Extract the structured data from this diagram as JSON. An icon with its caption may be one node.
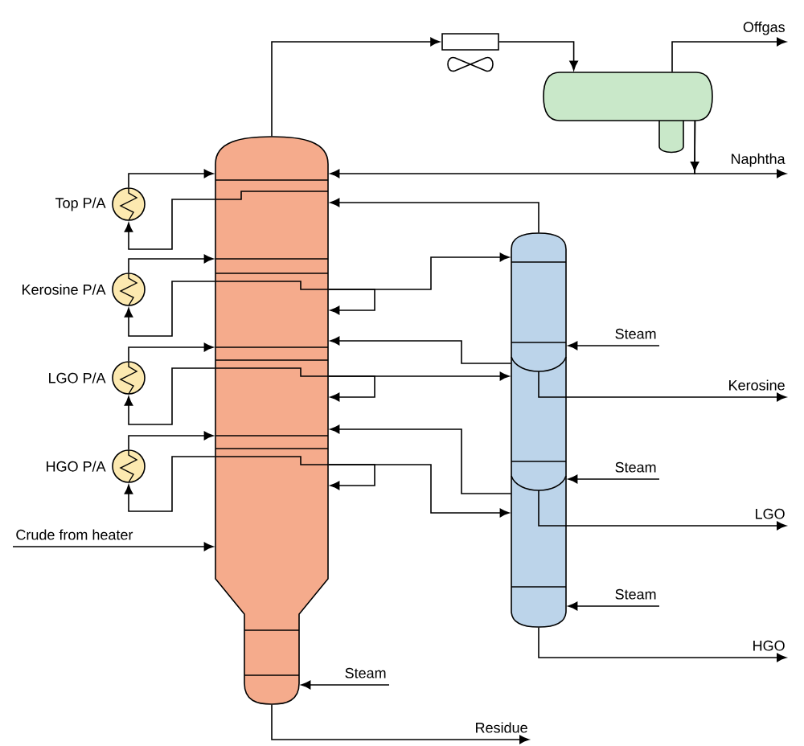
{
  "diagram": {
    "nodes": [
      {
        "text": [],
        "shape": "column"
      },
      {
        "text": [],
        "shape": "cooler"
      },
      {
        "text": [],
        "shape": "drum"
      },
      {
        "text": [
          "Offgas"
        ]
      },
      {
        "text": [
          "Naphtha"
        ]
      },
      {
        "text": [],
        "shape": "circle",
        "beside": [
          "Top P/A"
        ]
      },
      {
        "text": [],
        "shape": "circle",
        "beside": [
          "Kerosine P/A"
        ]
      },
      {
        "text": [],
        "shape": "circle",
        "beside": [
          "LGO P/A"
        ]
      },
      {
        "text": [],
        "shape": "circle",
        "beside": [
          "HGO P/A"
        ]
      },
      {
        "text": [],
        "shape": "column"
      },
      {
        "text": [
          "Steam"
        ]
      },
      {
        "text": [
          "Kerosine"
        ]
      },
      {
        "text": [
          "Steam"
        ]
      },
      {
        "text": [
          "LGO"
        ]
      },
      {
        "text": [
          "Steam"
        ]
      },
      {
        "text": [
          "HGO"
        ]
      },
      {
        "text": [
          "Crude from heater"
        ]
      },
      {
        "text": [
          "Steam"
        ]
      },
      {
        "text": [
          "Residue"
        ]
      }
    ],
    "edges": [
      {
        "from": 0,
        "to": 1,
        "arrow": "to"
      },
      {
        "from": 1,
        "to": 2,
        "arrow": "to"
      },
      {
        "from": 2,
        "to": 3,
        "arrow": "to"
      },
      {
        "from": 2,
        "to": 4,
        "arrow": "to"
      },
      {
        "from": 2,
        "to": 0,
        "arrow": "to"
      },
      {
        "from": 0,
        "to": 5,
        "arrow": "to"
      },
      {
        "from": 5,
        "to": 0,
        "arrow": "to"
      },
      {
        "from": 0,
        "to": 6,
        "arrow": "to"
      },
      {
        "from": 6,
        "to": 0,
        "arrow": "to"
      },
      {
        "from": 0,
        "to": 7,
        "arrow": "to"
      },
      {
        "from": 7,
        "to": 0,
        "arrow": "to"
      },
      {
        "from": 0,
        "to": 8,
        "arrow": "to"
      },
      {
        "from": 8,
        "to": 0,
        "arrow": "to"
      },
      {
        "from": 0,
        "to": 9,
        "arrow": "to"
      },
      {
        "from": 0,
        "to": 0,
        "arrow": "to"
      },
      {
        "from": 9,
        "to": 0,
        "arrow": "to"
      },
      {
        "from": 9,
        "to": 0,
        "arrow": "to"
      },
      {
        "from": 0,
        "to": 9,
        "arrow": "to"
      },
      {
        "from": 0,
        "to": 0,
        "arrow": "to"
      },
      {
        "from": 9,
        "to": 0,
        "arrow": "to"
      },
      {
        "from": 0,
        "to": 9,
        "arrow": "to"
      },
      {
        "from": 0,
        "to": 0,
        "arrow": "to"
      },
      {
        "from": 10,
        "to": 9,
        "arrow": "to"
      },
      {
        "from": 9,
        "to": 11,
        "arrow": "to"
      },
      {
        "from": 12,
        "to": 9,
        "arrow": "to"
      },
      {
        "from": 9,
        "to": 13,
        "arrow": "to"
      },
      {
        "from": 14,
        "to": 9,
        "arrow": "to"
      },
      {
        "from": 9,
        "to": 15,
        "arrow": "to"
      },
      {
        "from": 16,
        "to": 0,
        "arrow": "to"
      },
      {
        "from": 17,
        "to": 0,
        "arrow": "to"
      },
      {
        "from": 0,
        "to": 18,
        "arrow": "to"
      }
    ]
  }
}
